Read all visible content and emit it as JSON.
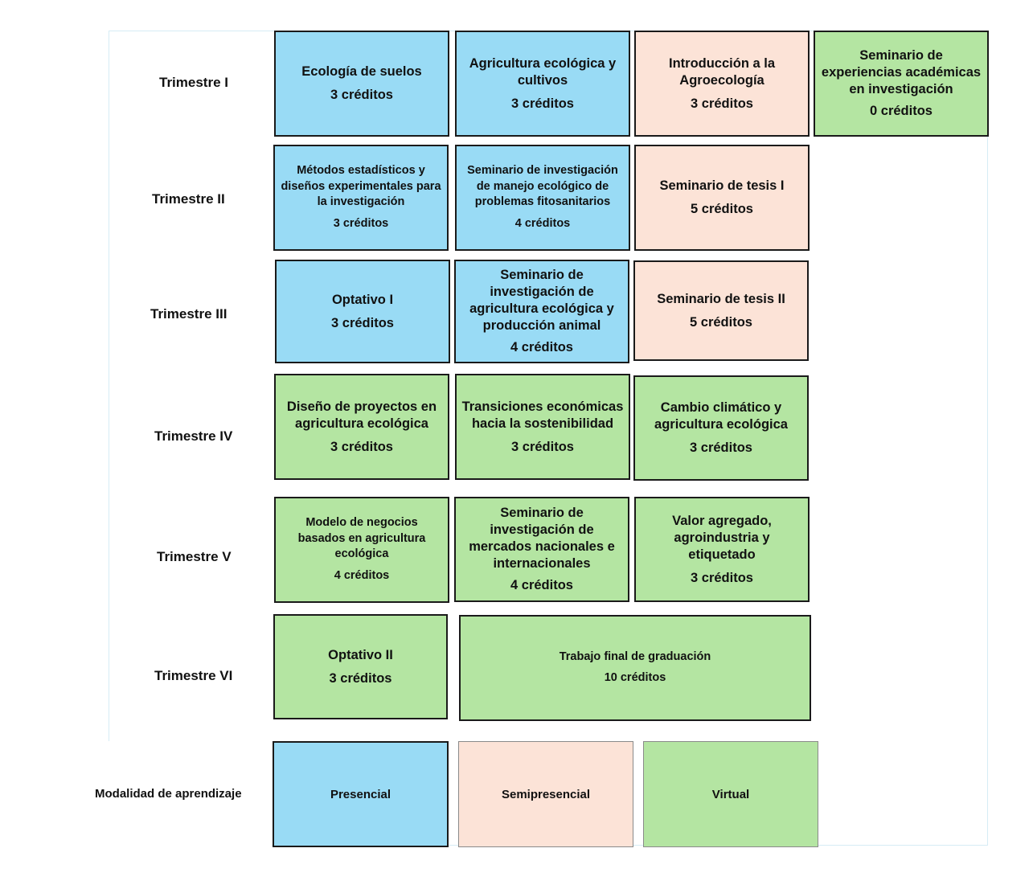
{
  "colors": {
    "presencial": "#99dbf5",
    "semipresencial": "#fce3d7",
    "virtual": "#b4e5a2"
  },
  "rows": [
    {
      "label": "Trimestre I",
      "courses": [
        {
          "name": "Ecología de suelos",
          "credits": "3 créditos",
          "mode": "presencial"
        },
        {
          "name": "Agricultura ecológica y cultivos",
          "credits": "3 créditos",
          "mode": "presencial"
        },
        {
          "name": "Introducción a la Agroecología",
          "credits": "3 créditos",
          "mode": "semipresencial"
        },
        {
          "name": "Seminario de experiencias académicas en investigación",
          "credits": "0 créditos",
          "mode": "virtual"
        }
      ]
    },
    {
      "label": "Trimestre II",
      "courses": [
        {
          "name": "Métodos estadísticos y diseños experimentales para la investigación",
          "credits": "3 créditos",
          "mode": "presencial"
        },
        {
          "name": "Seminario de investigación de manejo ecológico de problemas fitosanitarios",
          "credits": "4 créditos",
          "mode": "presencial"
        },
        {
          "name": "Seminario de tesis I",
          "credits": "5 créditos",
          "mode": "semipresencial"
        }
      ]
    },
    {
      "label": "Trimestre III",
      "courses": [
        {
          "name": "Optativo I",
          "credits": "3 créditos",
          "mode": "presencial"
        },
        {
          "name": "Seminario de investigación de agricultura ecológica y producción animal",
          "credits": "4 créditos",
          "mode": "presencial"
        },
        {
          "name": "Seminario de tesis II",
          "credits": "5 créditos",
          "mode": "semipresencial"
        }
      ]
    },
    {
      "label": "Trimestre IV",
      "courses": [
        {
          "name": "Diseño de proyectos en agricultura ecológica",
          "credits": "3 créditos",
          "mode": "virtual"
        },
        {
          "name": "Transiciones económicas hacia la sostenibilidad",
          "credits": "3 créditos",
          "mode": "virtual"
        },
        {
          "name": "Cambio climático y agricultura ecológica",
          "credits": "3 créditos",
          "mode": "virtual"
        }
      ]
    },
    {
      "label": "Trimestre V",
      "courses": [
        {
          "name": "Modelo de negocios basados en agricultura ecológica",
          "credits": "4 créditos",
          "mode": "virtual"
        },
        {
          "name": "Seminario de investigación de mercados nacionales e internacionales",
          "credits": "4 créditos",
          "mode": "virtual"
        },
        {
          "name": "Valor agregado, agroindustria y etiquetado",
          "credits": "3 créditos",
          "mode": "virtual"
        }
      ]
    },
    {
      "label": "Trimestre VI",
      "courses": [
        {
          "name": "Optativo II",
          "credits": "3 créditos",
          "mode": "virtual"
        },
        {
          "name": "Trabajo final de graduación",
          "credits": "10 créditos",
          "mode": "virtual"
        }
      ]
    }
  ],
  "legend": {
    "label": "Modalidad de aprendizaje",
    "items": [
      {
        "name": "Presencial",
        "mode": "presencial"
      },
      {
        "name": "Semipresencial",
        "mode": "semipresencial"
      },
      {
        "name": "Virtual",
        "mode": "virtual"
      }
    ]
  }
}
